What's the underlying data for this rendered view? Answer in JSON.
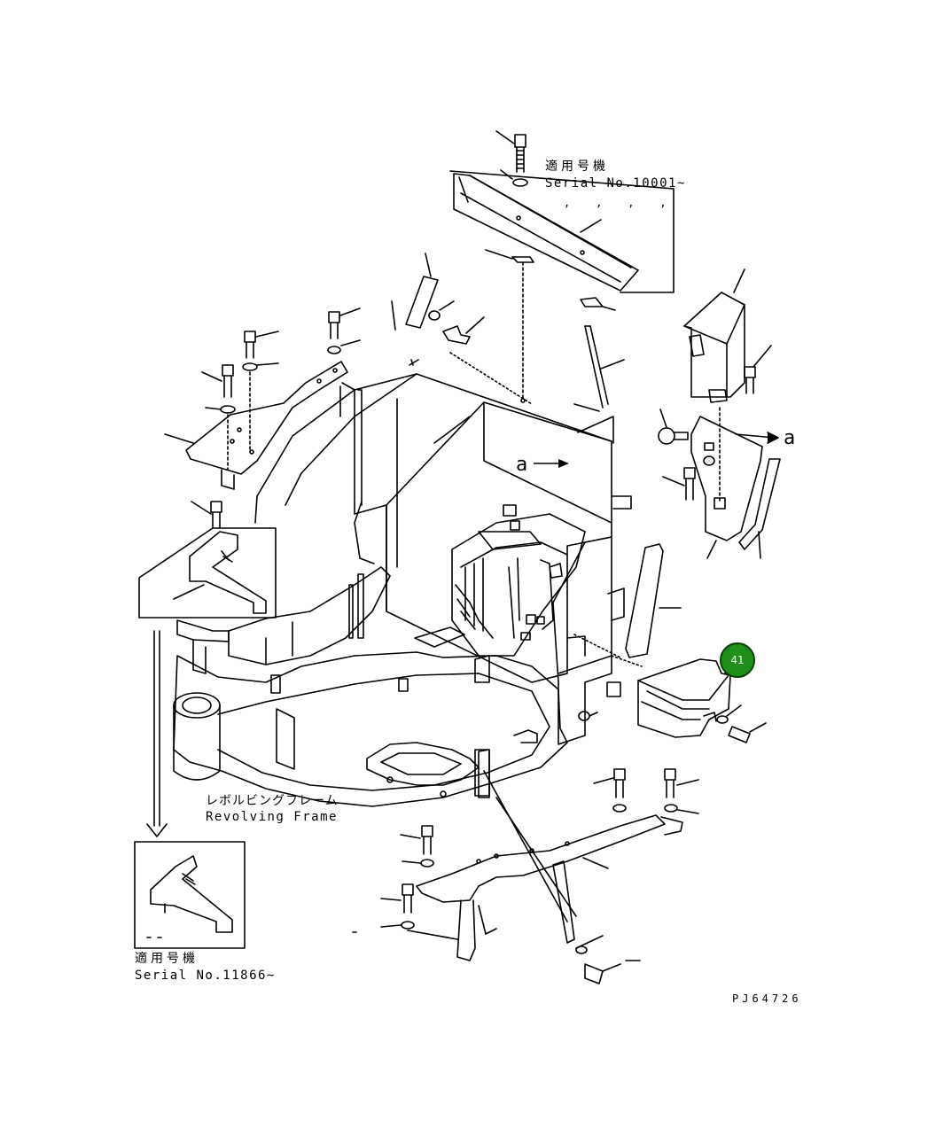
{
  "badge": {
    "number": "41",
    "color": "#1f8f1a"
  },
  "labels": {
    "serial_top_jp": "適用号機",
    "serial_top_en": "Serial No.10001~",
    "frame_jp": "レボルビングフレーム",
    "frame_en": "Revolving Frame",
    "serial_bottom_jp": "適用号機",
    "serial_bottom_en": "Serial No.11866~",
    "view_ref_a1": "a",
    "view_ref_a2": "a",
    "drawing_code": "PJ64726"
  }
}
